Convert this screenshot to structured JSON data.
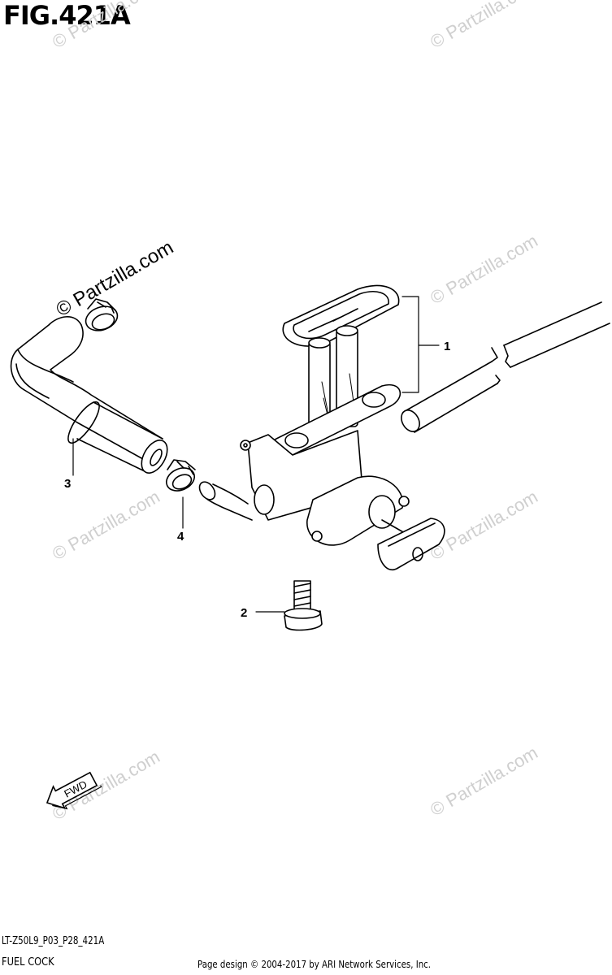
{
  "figure": {
    "title": "FIG.421A",
    "model_code": "LT-Z50L9_P03_P28_421A",
    "section_name": "FUEL COCK"
  },
  "callouts": [
    {
      "id": "1",
      "label": "1"
    },
    {
      "id": "2",
      "label": "2"
    },
    {
      "id": "3",
      "label": "3"
    },
    {
      "id": "4",
      "label": "4"
    }
  ],
  "fwd_label": "FWD",
  "watermark": "© Partzilla.com",
  "footer": {
    "copyright": "Page design © 2004-2017 by ARI Network Services, Inc."
  },
  "colors": {
    "line": "#000000",
    "watermark": "#cfcfcf",
    "background": "#ffffff"
  }
}
